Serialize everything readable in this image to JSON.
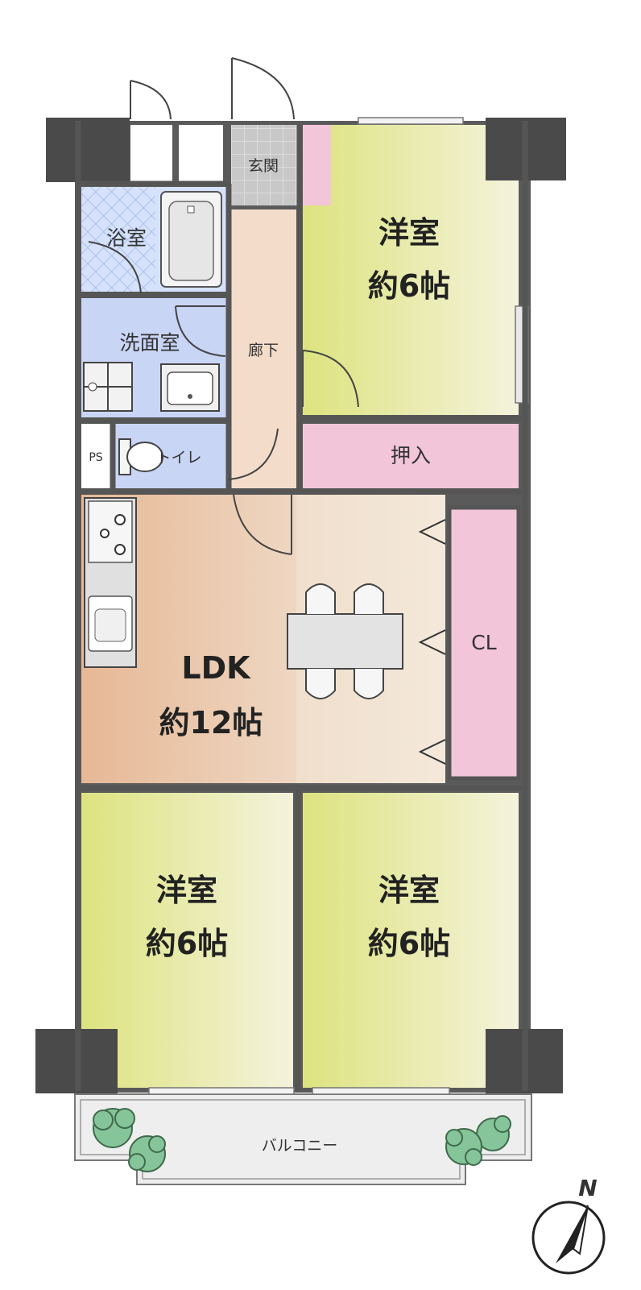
{
  "colors": {
    "wall": "#555555",
    "pillar": "#4a4a4a",
    "western_room": "#dfe58c",
    "ldk": "#e8c0a0",
    "closet": "#f2c6d8",
    "hall": "#f4dccb",
    "wet_area": "#c8d4f4",
    "balcony": "#eeeeee",
    "plant": "#7fbf8f"
  },
  "rooms": {
    "genkan": "玄関",
    "bath": "浴室",
    "washroom": "洗面室",
    "hallway": "廊下",
    "toilet": "トイレ",
    "ps": "PS",
    "oshiire": "押入",
    "cl": "CL",
    "balcony": "バルコニー",
    "ldk": {
      "name": "LDK",
      "size": "約12帖"
    },
    "western_north": {
      "name": "洋室",
      "size": "約6帖"
    },
    "western_sw": {
      "name": "洋室",
      "size": "約6帖"
    },
    "western_se": {
      "name": "洋室",
      "size": "約6帖"
    }
  },
  "compass": {
    "label": "N"
  }
}
